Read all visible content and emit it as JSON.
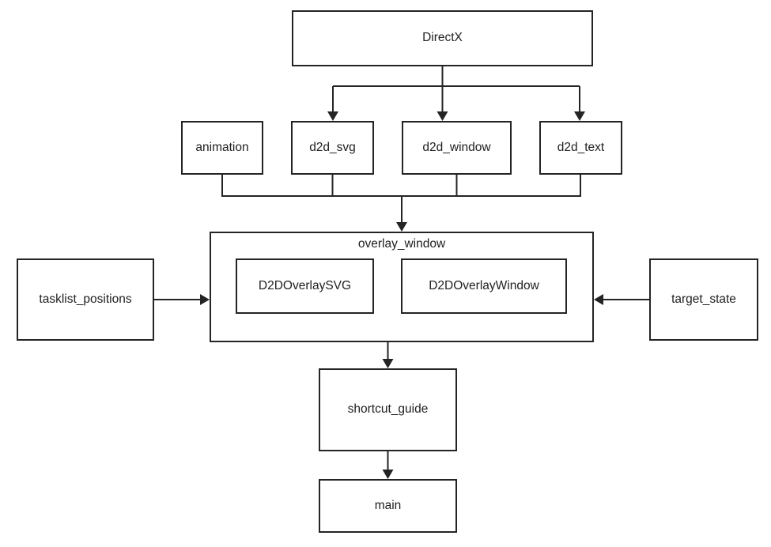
{
  "page": {
    "background_color": "#ffffff",
    "line_color": "#242424",
    "text_color": "#212121"
  },
  "diagram": {
    "nodes": {
      "directx": {
        "label": "DirectX"
      },
      "animation": {
        "label": "animation"
      },
      "d2d_svg": {
        "label": "d2d_svg"
      },
      "d2d_window": {
        "label": "d2d_window"
      },
      "d2d_text": {
        "label": "d2d_text"
      },
      "overlay_window": {
        "label": "overlay_window"
      },
      "d2d_overlay_svg": {
        "label": "D2DOverlaySVG"
      },
      "d2d_overlay_window": {
        "label": "D2DOverlayWindow"
      },
      "tasklist_positions": {
        "label": "tasklist_positions"
      },
      "target_state": {
        "label": "target_state"
      },
      "shortcut_guide": {
        "label": "shortcut_guide"
      },
      "main": {
        "label": "main"
      }
    },
    "edges": [
      {
        "from": "DirectX",
        "to": "d2d_svg",
        "arrow": true
      },
      {
        "from": "DirectX",
        "to": "d2d_window",
        "arrow": true
      },
      {
        "from": "DirectX",
        "to": "d2d_text",
        "arrow": true
      },
      {
        "from": "animation",
        "to": "overlay_window",
        "arrow": true
      },
      {
        "from": "d2d_svg",
        "to": "overlay_window",
        "arrow": true
      },
      {
        "from": "d2d_window",
        "to": "overlay_window",
        "arrow": true
      },
      {
        "from": "d2d_text",
        "to": "overlay_window",
        "arrow": true
      },
      {
        "from": "tasklist_positions",
        "to": "overlay_window",
        "arrow": true
      },
      {
        "from": "target_state",
        "to": "overlay_window",
        "arrow": true
      },
      {
        "from": "overlay_window",
        "to": "shortcut_guide",
        "arrow": true
      },
      {
        "from": "shortcut_guide",
        "to": "main",
        "arrow": true
      }
    ]
  }
}
